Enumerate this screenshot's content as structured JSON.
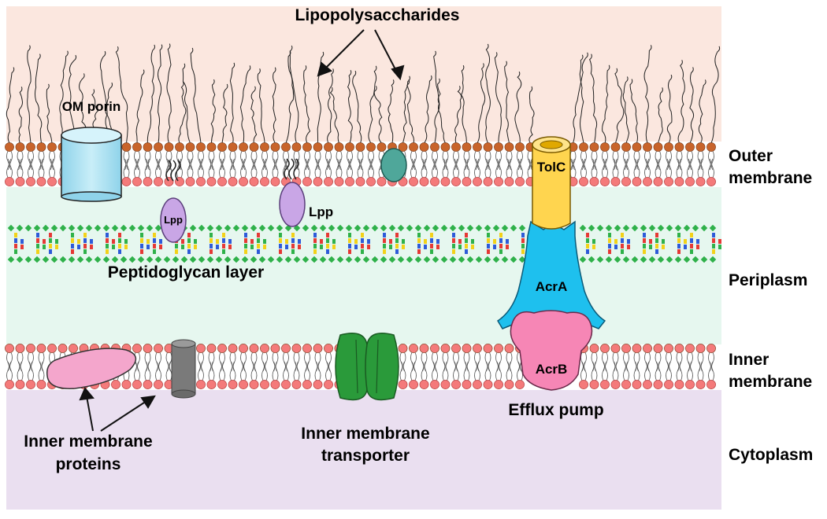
{
  "colors": {
    "extracellular": "#fbe7df",
    "periplasm": "#e6f7ef",
    "cytoplasm": "#eadff0",
    "lipid_head_outer": "#c8642b",
    "lipid_head_inner": "#f47a7a",
    "porin": "#a7e0f0",
    "lpp": "#c9a6e6",
    "teal_protein": "#4fa79a",
    "tolc": "#ffd54f",
    "acra": "#1ec0ee",
    "acrb": "#f686b5",
    "inner_protein": "#f4a6cc",
    "grey_channel": "#7a7a7a",
    "transporter": "#2a9a3a",
    "pg_green": "#2fb14a"
  },
  "labels": {
    "lps": "Lipopolysaccharides",
    "om_porin": "OM porin",
    "lpp_left": "Lpp",
    "lpp_right": "Lpp",
    "tolc": "TolC",
    "acra": "AcrA",
    "acrb": "AcrB",
    "peptidoglycan": "Peptidoglycan layer",
    "efflux_pump": "Efflux pump",
    "inner_membrane_proteins_line1": "Inner membrane",
    "inner_membrane_proteins_line2": "proteins",
    "inner_transporter_line1": "Inner membrane",
    "inner_transporter_line2": "transporter"
  },
  "regions": {
    "outer_membrane_line1": "Outer",
    "outer_membrane_line2": "membrane",
    "periplasm": "Periplasm",
    "inner_membrane_line1": "Inner",
    "inner_membrane_line2": "membrane",
    "cytoplasm": "Cytoplasm"
  }
}
